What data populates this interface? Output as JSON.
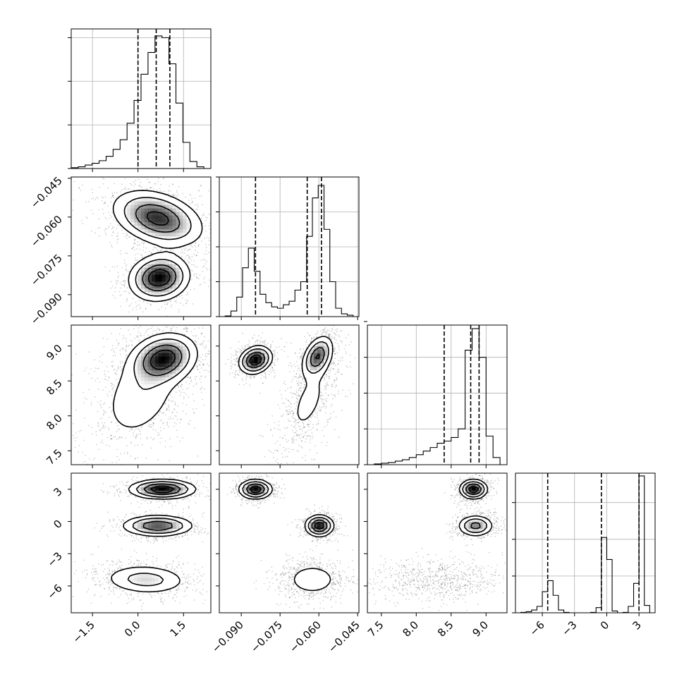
{
  "chart_data": {
    "type": "corner",
    "parameters": [
      {
        "id": "p0",
        "range": [
          -2.2,
          2.4
        ],
        "ticks": [
          -1.5,
          0.0,
          1.5
        ],
        "tick_labels": [
          "−1.5",
          "0.0",
          "1.5"
        ],
        "quantiles": [
          0.0,
          0.6,
          1.05
        ]
      },
      {
        "id": "p1",
        "range": [
          -0.0985,
          -0.0445
        ],
        "ticks": [
          -0.045,
          -0.06,
          -0.075,
          -0.09
        ],
        "tick_labels": [
          "−0.045",
          "−0.060",
          "−0.075",
          "−0.090"
        ],
        "quantiles": [
          -0.0845,
          -0.0645,
          -0.059
        ]
      },
      {
        "id": "p2",
        "range": [
          7.3,
          9.3
        ],
        "ticks": [
          7.5,
          8.0,
          8.5,
          9.0
        ],
        "tick_labels": [
          "7.5",
          "8.0",
          "8.5",
          "9.0"
        ],
        "quantiles": [
          8.4,
          8.78,
          8.9
        ]
      },
      {
        "id": "p3",
        "range": [
          -8.5,
          4.5
        ],
        "ticks": [
          -6,
          -3,
          0,
          3
        ],
        "tick_labels": [
          "−6",
          "−3",
          "0",
          "3"
        ],
        "quantiles": [
          -5.5,
          -0.5,
          3.0
        ]
      }
    ],
    "histograms": [
      {
        "param": 0,
        "edges": [
          -2.2,
          -1.97,
          -1.74,
          -1.51,
          -1.28,
          -1.05,
          -0.82,
          -0.59,
          -0.36,
          -0.13,
          0.1,
          0.33,
          0.56,
          0.79,
          1.02,
          1.25,
          1.48,
          1.71,
          1.94,
          2.17,
          2.4
        ],
        "counts": [
          1,
          2,
          4,
          6,
          9,
          14,
          22,
          33,
          52,
          78,
          108,
          133,
          152,
          150,
          120,
          75,
          30,
          8,
          2,
          0
        ],
        "ymax": 160,
        "yticks": [
          0,
          50,
          100,
          150
        ]
      },
      {
        "param": 1,
        "edges": [
          -0.0985,
          -0.09625,
          -0.094,
          -0.09175,
          -0.0895,
          -0.08725,
          -0.085,
          -0.08275,
          -0.0805,
          -0.07825,
          -0.076,
          -0.07375,
          -0.0715,
          -0.06925,
          -0.067,
          -0.06475,
          -0.0625,
          -0.06025,
          -0.058,
          -0.05575,
          -0.0535,
          -0.05125,
          -0.049,
          -0.04675,
          -0.0445
        ],
        "counts": [
          0,
          1,
          8,
          28,
          70,
          98,
          65,
          32,
          20,
          14,
          12,
          17,
          22,
          38,
          50,
          115,
          170,
          188,
          125,
          50,
          12,
          4,
          2,
          0
        ],
        "ymax": 200,
        "yticks": [
          0,
          50,
          100,
          150,
          200
        ]
      },
      {
        "param": 2,
        "edges": [
          7.3,
          7.4,
          7.5,
          7.6,
          7.7,
          7.8,
          7.9,
          8.0,
          8.1,
          8.2,
          8.3,
          8.4,
          8.5,
          8.6,
          8.7,
          8.8,
          8.9,
          9.0,
          9.1,
          9.2,
          9.3
        ],
        "counts": [
          0,
          1,
          2,
          3,
          5,
          7,
          10,
          14,
          19,
          24,
          30,
          33,
          38,
          50,
          160,
          190,
          150,
          40,
          10,
          0
        ],
        "ymax": 195,
        "yticks": [
          0,
          50,
          100,
          150,
          200
        ]
      },
      {
        "param": 3,
        "edges": [
          -8.5,
          -8.0,
          -7.5,
          -7.0,
          -6.5,
          -6.0,
          -5.5,
          -5.0,
          -4.5,
          -4.0,
          -3.5,
          -3.0,
          -2.5,
          -2.0,
          -1.5,
          -1.0,
          -0.5,
          0.0,
          0.5,
          1.0,
          1.5,
          2.0,
          2.5,
          3.0,
          3.5,
          4.0,
          4.5
        ],
        "counts": [
          0,
          2,
          6,
          15,
          35,
          115,
          175,
          95,
          15,
          2,
          0,
          0,
          0,
          0,
          2,
          28,
          410,
          290,
          10,
          0,
          2,
          35,
          160,
          745,
          40,
          0
        ],
        "ymax": 760,
        "yticks": [
          0,
          200,
          400,
          600
        ]
      }
    ],
    "pairs": [
      {
        "x": 0,
        "y": 1,
        "blobs": [
          {
            "cx": 0.65,
            "cy": -0.0605,
            "sx": 0.75,
            "sy": 0.0055,
            "rho": -0.35,
            "w": 0.6
          },
          {
            "cx": 0.7,
            "cy": -0.0835,
            "sx": 0.5,
            "sy": 0.0045,
            "rho": 0.1,
            "w": 0.4
          }
        ]
      },
      {
        "x": 0,
        "y": 2,
        "blobs": [
          {
            "cx": 0.85,
            "cy": 8.82,
            "sx": 0.55,
            "sy": 0.18,
            "rho": 0.2,
            "w": 0.55
          },
          {
            "cx": 0.1,
            "cy": 8.3,
            "sx": 0.75,
            "sy": 0.38,
            "rho": 0.35,
            "w": 0.45
          }
        ]
      },
      {
        "x": 0,
        "y": 3,
        "blobs": [
          {
            "cx": 0.8,
            "cy": 3.0,
            "sx": 0.55,
            "sy": 0.45,
            "rho": 0.0,
            "w": 0.35
          },
          {
            "cx": 0.65,
            "cy": -0.4,
            "sx": 0.6,
            "sy": 0.5,
            "rho": 0.0,
            "w": 0.33
          },
          {
            "cx": 0.25,
            "cy": -5.4,
            "sx": 0.75,
            "sy": 0.75,
            "rho": -0.1,
            "w": 0.32
          }
        ]
      },
      {
        "x": 1,
        "y": 2,
        "blobs": [
          {
            "cx": -0.0845,
            "cy": 8.8,
            "sx": 0.0032,
            "sy": 0.1,
            "rho": 0.2,
            "w": 0.35
          },
          {
            "cx": -0.0605,
            "cy": 8.85,
            "sx": 0.003,
            "sy": 0.15,
            "rho": 0.4,
            "w": 0.35
          },
          {
            "cx": -0.064,
            "cy": 8.2,
            "sx": 0.0055,
            "sy": 0.35,
            "rho": 0.55,
            "w": 0.3
          }
        ]
      },
      {
        "x": 1,
        "y": 3,
        "blobs": [
          {
            "cx": -0.0845,
            "cy": 3.0,
            "sx": 0.0032,
            "sy": 0.45,
            "rho": 0.0,
            "w": 0.35
          },
          {
            "cx": -0.0598,
            "cy": -0.4,
            "sx": 0.0028,
            "sy": 0.5,
            "rho": 0.0,
            "w": 0.33
          },
          {
            "cx": -0.0625,
            "cy": -5.4,
            "sx": 0.0058,
            "sy": 0.85,
            "rho": 0.0,
            "w": 0.32
          }
        ]
      },
      {
        "x": 2,
        "y": 3,
        "blobs": [
          {
            "cx": 8.82,
            "cy": 3.0,
            "sx": 0.1,
            "sy": 0.45,
            "rho": 0.0,
            "w": 0.35
          },
          {
            "cx": 8.85,
            "cy": -0.4,
            "sx": 0.13,
            "sy": 0.5,
            "rho": 0.0,
            "w": 0.33
          },
          {
            "cx": 8.3,
            "cy": -5.4,
            "sx": 0.42,
            "sy": 0.8,
            "rho": 0.05,
            "w": 0.32
          }
        ]
      }
    ]
  }
}
